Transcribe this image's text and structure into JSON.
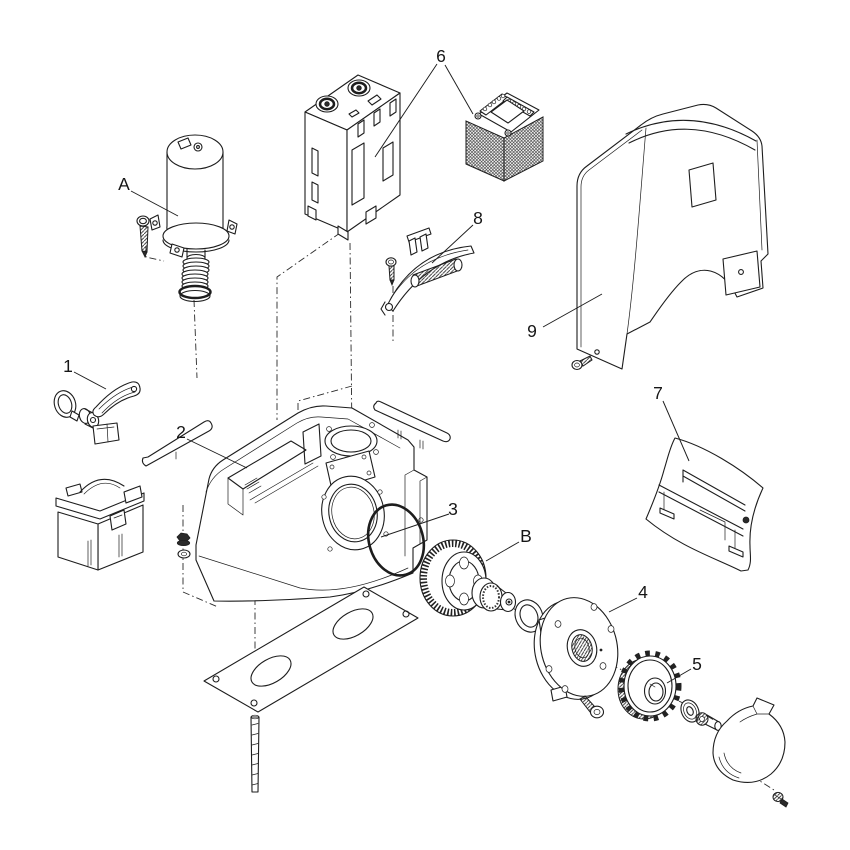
{
  "figure": {
    "type": "exploded-view-parts-diagram",
    "subject": "gate operator drive unit exploded parts drawing",
    "background_color": "#ffffff",
    "line_color": "#1d1d1d",
    "labels": [
      {
        "id": "A",
        "text": "A",
        "part": "motor-with-worm-shaft"
      },
      {
        "id": "1",
        "text": "1",
        "part": "manual-release-lever-with-key"
      },
      {
        "id": "2",
        "text": "2",
        "part": "chassis-base-housing"
      },
      {
        "id": "3",
        "text": "3",
        "part": "o-ring-seal"
      },
      {
        "id": "B",
        "text": "B",
        "part": "drive-gear-with-output-shaft"
      },
      {
        "id": "4",
        "text": "4",
        "part": "bearing-flange-plate"
      },
      {
        "id": "5",
        "text": "5",
        "part": "output-sprocket"
      },
      {
        "id": "6",
        "text": "6",
        "part": "control-unit-and-transformer"
      },
      {
        "id": "7",
        "text": "7",
        "part": "fixing-bracket"
      },
      {
        "id": "8",
        "text": "8",
        "part": "limit-stop-segment"
      },
      {
        "id": "9",
        "text": "9",
        "part": "outer-cover-housing"
      }
    ]
  }
}
